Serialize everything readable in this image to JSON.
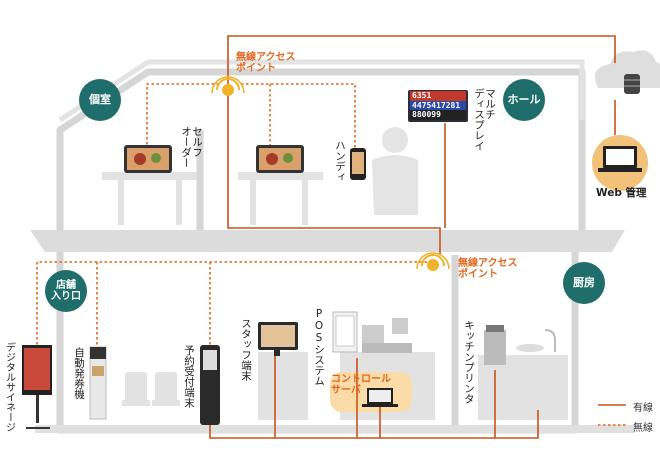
{
  "rooms": {
    "private_room": "個室",
    "hall": "ホール",
    "store_entrance": "店舗\n入り口",
    "kitchen": "厨房"
  },
  "access_points": {
    "top": "無線アクセス\nポイント",
    "middle": "無線アクセス\nポイント"
  },
  "devices": {
    "self_order": "セルフ\nオーダー",
    "handy": "ハンディ",
    "multi_display": "マルチ\nディスプレイ",
    "web_admin": "Web 管理",
    "digital_signage": "デジタルサイネージ",
    "ticket_machine": "自動発券機",
    "reservation_terminal": "予約受付端末",
    "staff_terminal": "スタッフ端末",
    "pos_system": "POSシステム",
    "control_server": "コントロール\nサーバ",
    "kitchen_printer": "キッチンプリンタ"
  },
  "multi_display_numbers": [
    "6351",
    "4475417281",
    "880099"
  ],
  "legend": {
    "wired": "有線",
    "wireless": "無線"
  },
  "colors": {
    "wired_line": "#c8521a",
    "wireless_line": "#e0661c",
    "room_badge": "#1f6e6b",
    "building": "#d9d9d9"
  }
}
